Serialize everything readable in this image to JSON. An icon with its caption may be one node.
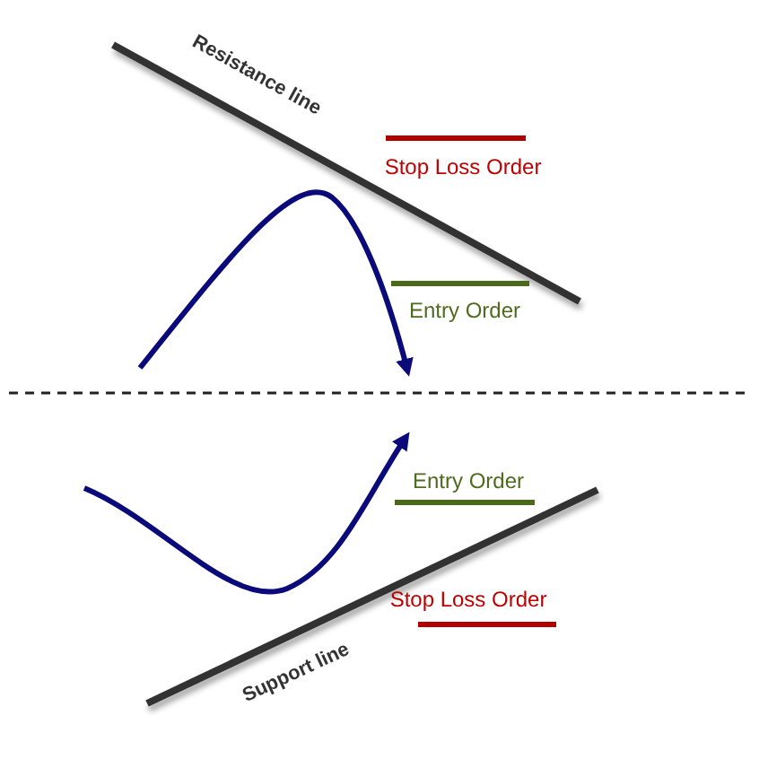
{
  "diagram": {
    "labels": [
      "Resistance line",
      "Stop Loss Order",
      "Entry Order",
      "Entry Order",
      "Stop Loss Order",
      "Support line"
    ]
  }
}
